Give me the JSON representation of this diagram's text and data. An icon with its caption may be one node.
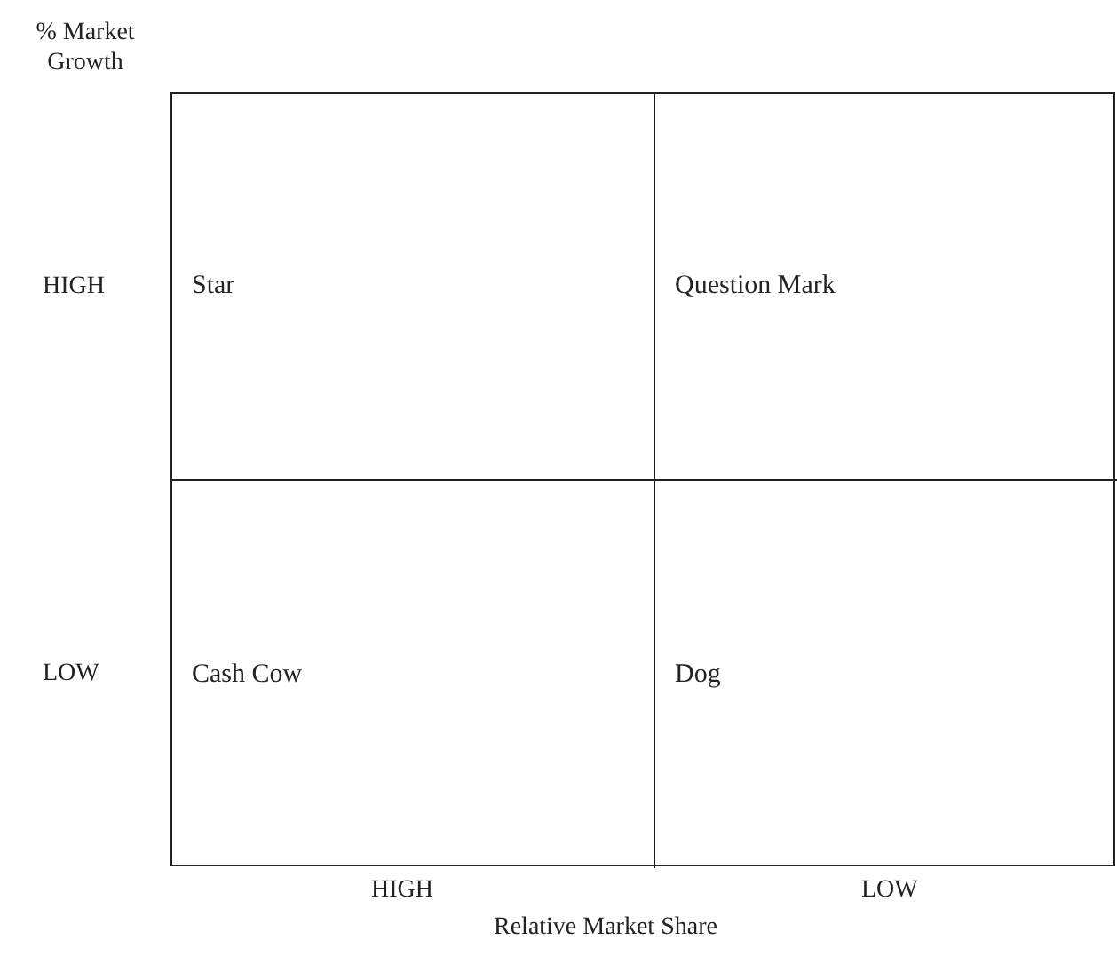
{
  "diagram": {
    "nodes": [
      {
        "text": [
          "Star"
        ]
      },
      {
        "text": [
          "Question Mark"
        ]
      },
      {
        "text": [
          "Cash Cow"
        ]
      },
      {
        "text": [
          "Dog"
        ]
      }
    ],
    "labels": [
      "% Market Growth",
      "HIGH",
      "LOW",
      "HIGH",
      "LOW",
      "Relative Market Share"
    ]
  }
}
